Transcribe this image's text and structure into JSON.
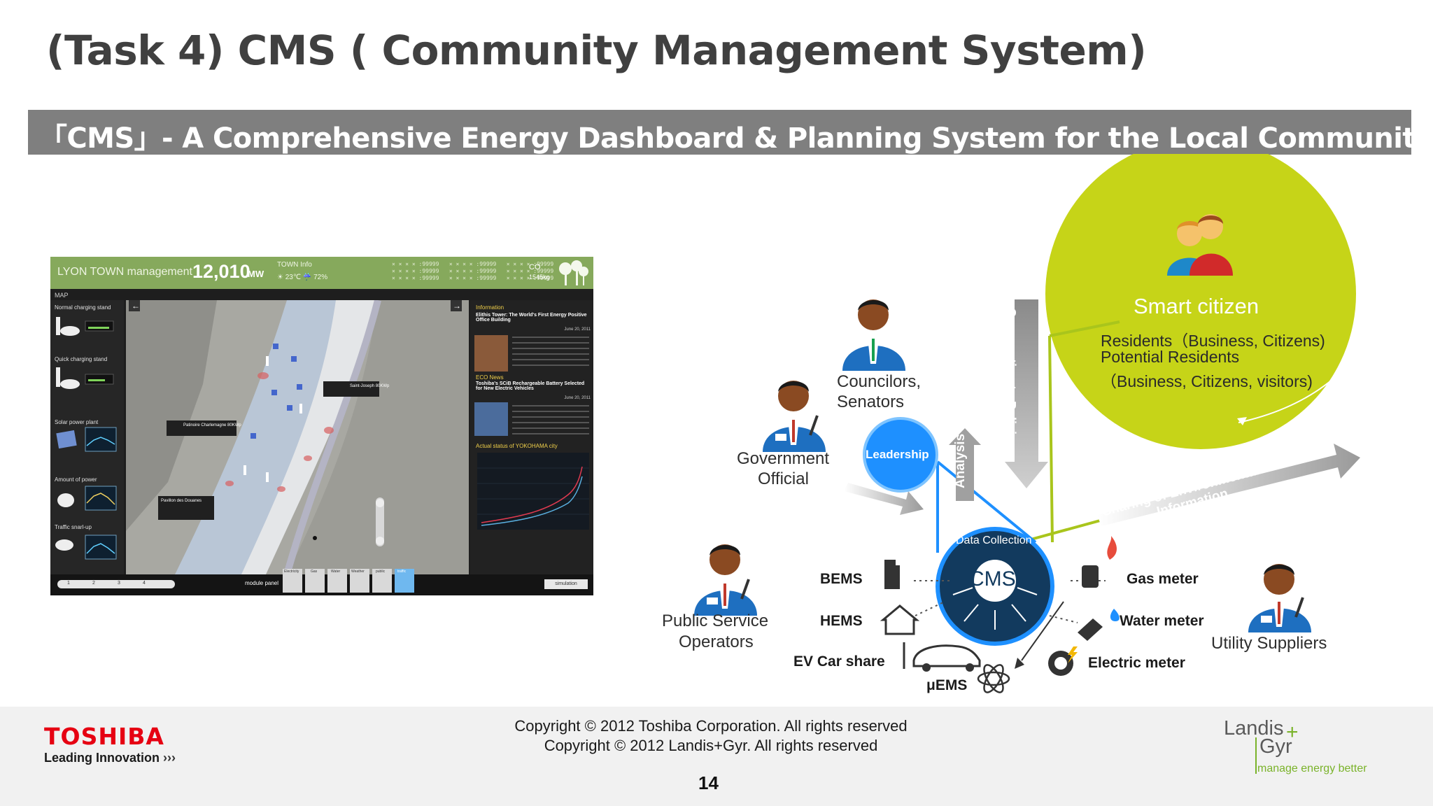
{
  "slide": {
    "title": "(Task 4) CMS ( Community Management System)",
    "subtitle": "「CMS」- A Comprehensive Energy Dashboard & Planning System for the Local Community",
    "page_number": "14"
  },
  "dashboard": {
    "header_title": "LYON TOWN management",
    "header_value": "12,010",
    "header_unit": "MW",
    "town_info_label": "TOWN Info",
    "weather": "☀ 23℃  ☔ 72%",
    "co2_label": "CO",
    "co2_value": "1545kg",
    "map_label": "MAP",
    "left_items": [
      "Normal charging stand",
      "Quick charging stand",
      "Solar power plant",
      "Amount of power",
      "Traffic snarl-up"
    ],
    "map_callouts": [
      "Saint-Joseph 80KWp",
      "Patinoire Charlemagne 80KWp",
      "Pavillon des Douanes"
    ],
    "info_heading": "Information",
    "info_title": "Elithis Tower: The World's First Energy Positive Office Building",
    "info_date": "June 20, 2011",
    "eco_heading": "ECO News",
    "eco_title": "Toshiba's SCiB Rechargeable Battery Selected for New Electric Vehicles",
    "eco_date": "June 20, 2011",
    "status_heading": "Actual status of YOKOHAMA city",
    "pages": [
      "1",
      "2",
      "3",
      "4"
    ],
    "module_panel_label": "module panel",
    "module_items": [
      "Electricity",
      "Gas",
      "Water",
      "Weather",
      "public",
      "traffic"
    ],
    "simulation_label": "simulation"
  },
  "diagram": {
    "smart_citizen_title": "Smart citizen",
    "smart_citizen_lines": [
      "Residents（Business, Citizens)",
      "Potential Residents",
      "（Business, Citizens, visitors)"
    ],
    "councilors": [
      "Councilors,",
      "Senators"
    ],
    "government": [
      "Government",
      "Official"
    ],
    "public_service": [
      "Public Service",
      "Operators"
    ],
    "utility": "Utility Suppliers",
    "leadership": "Leadership",
    "analysis": "Analysis",
    "policies": "Policies",
    "cooperation": "Cooperation to Policies",
    "sharing": [
      "Sharing of Environmental",
      "Information"
    ],
    "data_collection": "Data Collection",
    "cms": "CMS",
    "bems": "BEMS",
    "hems": "HEMS",
    "ev": "EV Car share",
    "uems": "μEMS",
    "gas": "Gas meter",
    "water": "Water meter",
    "electric": "Electric meter"
  },
  "footer": {
    "toshiba": "TOSHIBA",
    "leading": "Leading Innovation",
    "copyright_1": "Copyright © 2012 Toshiba Corporation. All rights reserved",
    "copyright_2": "Copyright © 2012 Landis+Gyr. All rights reserved",
    "landis": "Landis",
    "gyr": "Gyr",
    "tagline": "manage energy better"
  },
  "colors": {
    "banner": "#7f7f7f",
    "dashboard_header": "#86a95c",
    "smart_citizen": "#c6d418",
    "leadership": "#1e90ff",
    "toshiba_red": "#e60012",
    "landis_green": "#7ab32a"
  }
}
